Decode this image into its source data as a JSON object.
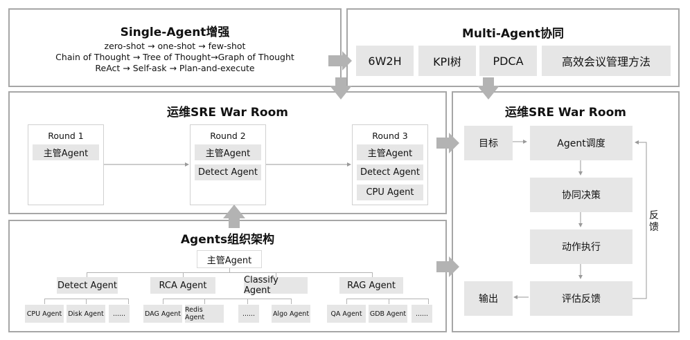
{
  "single_agent": {
    "title": "Single-Agent增强",
    "line1": "zero-shot → one-shot → few-shot",
    "line2": "Chain of Thought → Tree of Thought→Graph of Thought",
    "line3": "ReAct → Self-ask → Plan-and-execute"
  },
  "multi_agent": {
    "title": "Multi-Agent协同",
    "items": [
      "6W2H",
      "KPI树",
      "PDCA",
      "高效会议管理方法"
    ]
  },
  "war_room_left": {
    "title": "运维SRE War Room",
    "rounds": [
      {
        "label": "Round 1",
        "agents": [
          "主管Agent"
        ]
      },
      {
        "label": "Round 2",
        "agents": [
          "主管Agent",
          "Detect Agent"
        ]
      },
      {
        "label": "Round 3",
        "agents": [
          "主管Agent",
          "Detect Agent",
          "CPU Agent"
        ]
      }
    ]
  },
  "org": {
    "title": "Agents组织架构",
    "root": "主管Agent",
    "groups": [
      {
        "label": "Detect Agent",
        "children": [
          "CPU Agent",
          "Disk Agent",
          "......"
        ]
      },
      {
        "label": "RCA Agent",
        "children": [
          "DAG Agent",
          "Redis Agent",
          "......"
        ]
      },
      {
        "label": "Classify Agent",
        "children": [
          "Algo Agent"
        ]
      },
      {
        "label": "RAG Agent",
        "children": [
          "QA Agent",
          "GDB Agent",
          "......"
        ]
      }
    ]
  },
  "war_room_right": {
    "title": "运维SRE War Room",
    "goal": "目标",
    "output": "输出",
    "flow": [
      "Agent调度",
      "协同决策",
      "动作执行",
      "评估反馈"
    ],
    "feedback_label": "反馈"
  }
}
